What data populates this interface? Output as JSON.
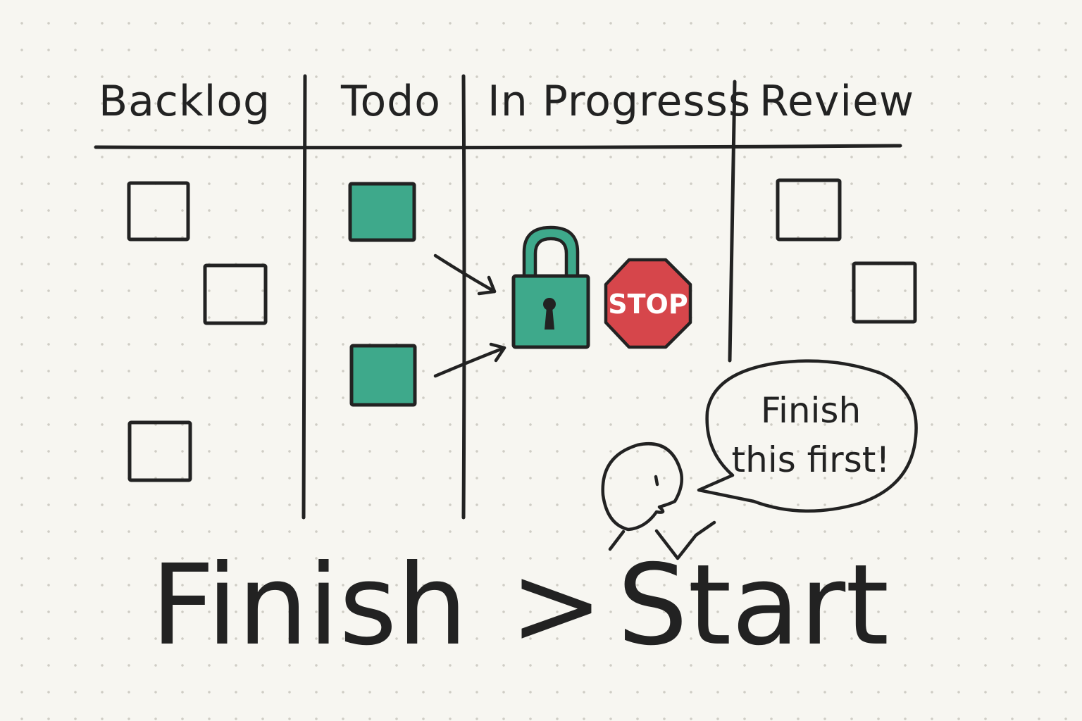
{
  "columns": [
    {
      "label": "Backlog"
    },
    {
      "label": "Todo"
    },
    {
      "label": "In Progresss"
    },
    {
      "label": "Review"
    }
  ],
  "cards": {
    "backlog": [
      {
        "state": "empty"
      },
      {
        "state": "empty"
      },
      {
        "state": "empty"
      }
    ],
    "todo": [
      {
        "state": "filled"
      },
      {
        "state": "filled"
      }
    ],
    "in_progress": [],
    "review": [
      {
        "state": "empty"
      },
      {
        "state": "empty"
      }
    ]
  },
  "icons": {
    "lock": "padlock-icon",
    "stop": "stop-sign-icon",
    "person": "stick-figure-icon"
  },
  "stop_sign": {
    "text": "STOP"
  },
  "speech_bubble": {
    "line1": "Finish",
    "line2": "this first!"
  },
  "slogan": {
    "left": "Finish",
    "operator": ">",
    "right": "Start"
  },
  "colors": {
    "teal": "#3ea98b",
    "stop_red": "#d6464b",
    "ink": "#222222",
    "paper": "#f7f6f1"
  }
}
